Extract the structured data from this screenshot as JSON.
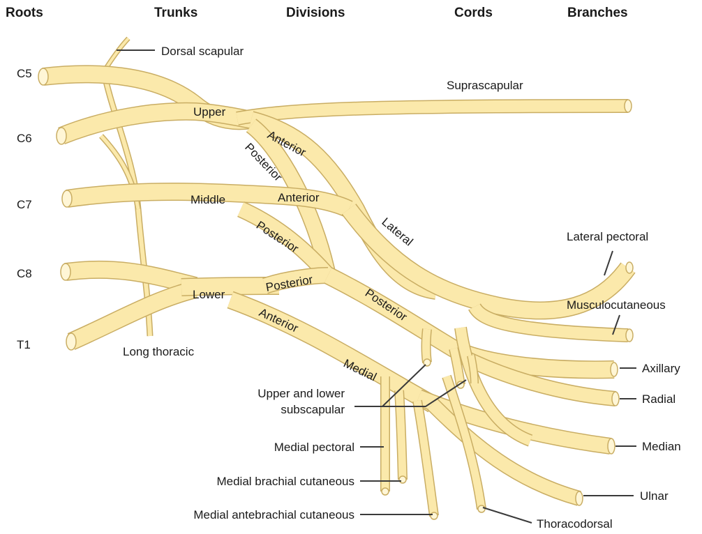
{
  "headers": {
    "roots": "Roots",
    "trunks": "Trunks",
    "divisions": "Divisions",
    "cords": "Cords",
    "branches": "Branches"
  },
  "roots": {
    "c5": "C5",
    "c6": "C6",
    "c7": "C7",
    "c8": "C8",
    "t1": "T1"
  },
  "trunks": {
    "upper": "Upper",
    "middle": "Middle",
    "lower": "Lower"
  },
  "divisions": {
    "upper_anterior": "Anterior",
    "upper_posterior": "Posterior",
    "middle_anterior": "Anterior",
    "middle_posterior": "Posterior",
    "lower_posterior": "Posterior",
    "lower_anterior": "Anterior"
  },
  "cords": {
    "lateral": "Lateral",
    "posterior": "Posterior",
    "medial": "Medial"
  },
  "branches": {
    "dorsal_scapular": "Dorsal scapular",
    "suprascapular": "Suprascapular",
    "long_thoracic": "Long thoracic",
    "lateral_pectoral": "Lateral pectoral",
    "musculocutaneous": "Musculocutaneous",
    "axillary": "Axillary",
    "radial": "Radial",
    "median": "Median",
    "ulnar": "Ulnar",
    "subscapular_line1": "Upper and lower",
    "subscapular_line2": "subscapular",
    "medial_pectoral": "Medial pectoral",
    "medial_brachial_cutaneous": "Medial brachial cutaneous",
    "medial_antebrachial_cutaneous": "Medial antebrachial cutaneous",
    "thoracodorsal": "Thoracodorsal"
  },
  "colors": {
    "nerve_fill": "#fbe9ab",
    "nerve_outline": "#c9ad63",
    "nerve_end": "#fff6d6",
    "leader_line": "#3a3a3a"
  }
}
